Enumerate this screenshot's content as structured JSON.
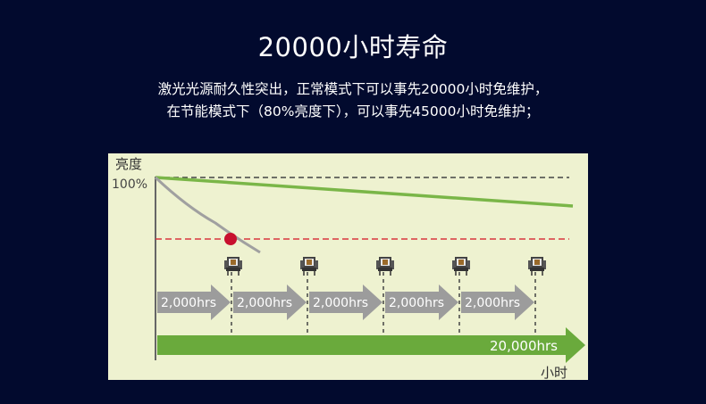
{
  "header": {
    "title": "20000小时寿命",
    "line1": "激光光源耐久性突出，正常模式下可以事先20000小时免维护，",
    "line2": "在节能模式下（80%亮度下），可以事先45000小时免维护；"
  },
  "chart_data": {
    "type": "line",
    "ylabel": "亮度",
    "y_tick": "100%",
    "xlabel": "小时",
    "total_label": "20,000hrs",
    "interval_labels": [
      "2,000hrs",
      "2,000hrs",
      "2,000hrs",
      "2,000hrs",
      "2,000hrs"
    ],
    "series": [
      {
        "values": [
          100,
          88
        ]
      },
      {
        "values": [
          100,
          68,
          62
        ]
      }
    ],
    "colors": {
      "laser_line": "#7ab648",
      "lamp_line": "#a0a0a0",
      "threshold": "#d9363e",
      "marker": "#c8102e",
      "arrow_gray": "#9c9c9c",
      "arrow_green": "#6aaa3c"
    }
  }
}
